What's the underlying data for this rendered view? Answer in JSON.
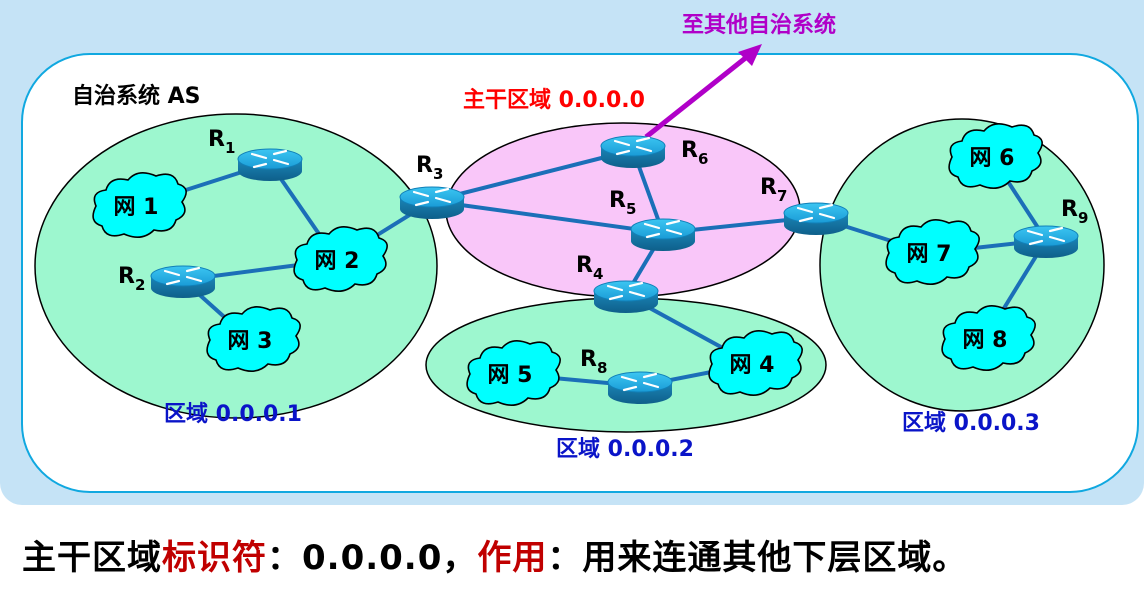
{
  "title_as": "自治系统 AS",
  "external_link": {
    "label": "至其他自治系统",
    "color": "#b000c8"
  },
  "colors": {
    "panel_bg": "#c5e3f6",
    "as_border": "#10a8e0",
    "area_fill": "#9df7cf",
    "backbone_fill": "#f9c6f9",
    "cloud_fill": "#00ffff",
    "link": "#1b6fb8",
    "backbone_title": "#ff0000",
    "area_label": "#0a14c8",
    "caption_highlight": "#c00000"
  },
  "areas": [
    {
      "id": "backbone",
      "label": "主干区域 0.0.0.0"
    },
    {
      "id": "area1",
      "label": "区域 0.0.0.1"
    },
    {
      "id": "area2",
      "label": "区域 0.0.0.2"
    },
    {
      "id": "area3",
      "label": "区域 0.0.0.3"
    }
  ],
  "routers": [
    {
      "id": "R1",
      "name": "R",
      "sub": "1"
    },
    {
      "id": "R2",
      "name": "R",
      "sub": "2"
    },
    {
      "id": "R3",
      "name": "R",
      "sub": "3"
    },
    {
      "id": "R4",
      "name": "R",
      "sub": "4"
    },
    {
      "id": "R5",
      "name": "R",
      "sub": "5"
    },
    {
      "id": "R6",
      "name": "R",
      "sub": "6"
    },
    {
      "id": "R7",
      "name": "R",
      "sub": "7"
    },
    {
      "id": "R8",
      "name": "R",
      "sub": "8"
    },
    {
      "id": "R9",
      "name": "R",
      "sub": "9"
    }
  ],
  "networks": [
    {
      "id": "N1",
      "label": "网 1"
    },
    {
      "id": "N2",
      "label": "网 2"
    },
    {
      "id": "N3",
      "label": "网 3"
    },
    {
      "id": "N4",
      "label": "网 4"
    },
    {
      "id": "N5",
      "label": "网 5"
    },
    {
      "id": "N6",
      "label": "网 6"
    },
    {
      "id": "N7",
      "label": "网 7"
    },
    {
      "id": "N8",
      "label": "网 8"
    }
  ],
  "links": [
    [
      "R1",
      "N1"
    ],
    [
      "R1",
      "N2"
    ],
    [
      "R2",
      "N2"
    ],
    [
      "R2",
      "N3"
    ],
    [
      "R3",
      "N2"
    ],
    [
      "R3",
      "R6"
    ],
    [
      "R3",
      "R5"
    ],
    [
      "R6",
      "R5"
    ],
    [
      "R5",
      "R7"
    ],
    [
      "R5",
      "R4"
    ],
    [
      "R4",
      "N4"
    ],
    [
      "R8",
      "N4"
    ],
    [
      "R8",
      "N5"
    ],
    [
      "R7",
      "N7"
    ],
    [
      "R9",
      "N7"
    ],
    [
      "R9",
      "N6"
    ],
    [
      "R9",
      "N8"
    ]
  ],
  "caption": {
    "part1": "主干区域",
    "part2": "标识符",
    "part3": "：0.0.0.0，",
    "part4": "作用",
    "part5": "：用来连通其他下层区域。"
  }
}
